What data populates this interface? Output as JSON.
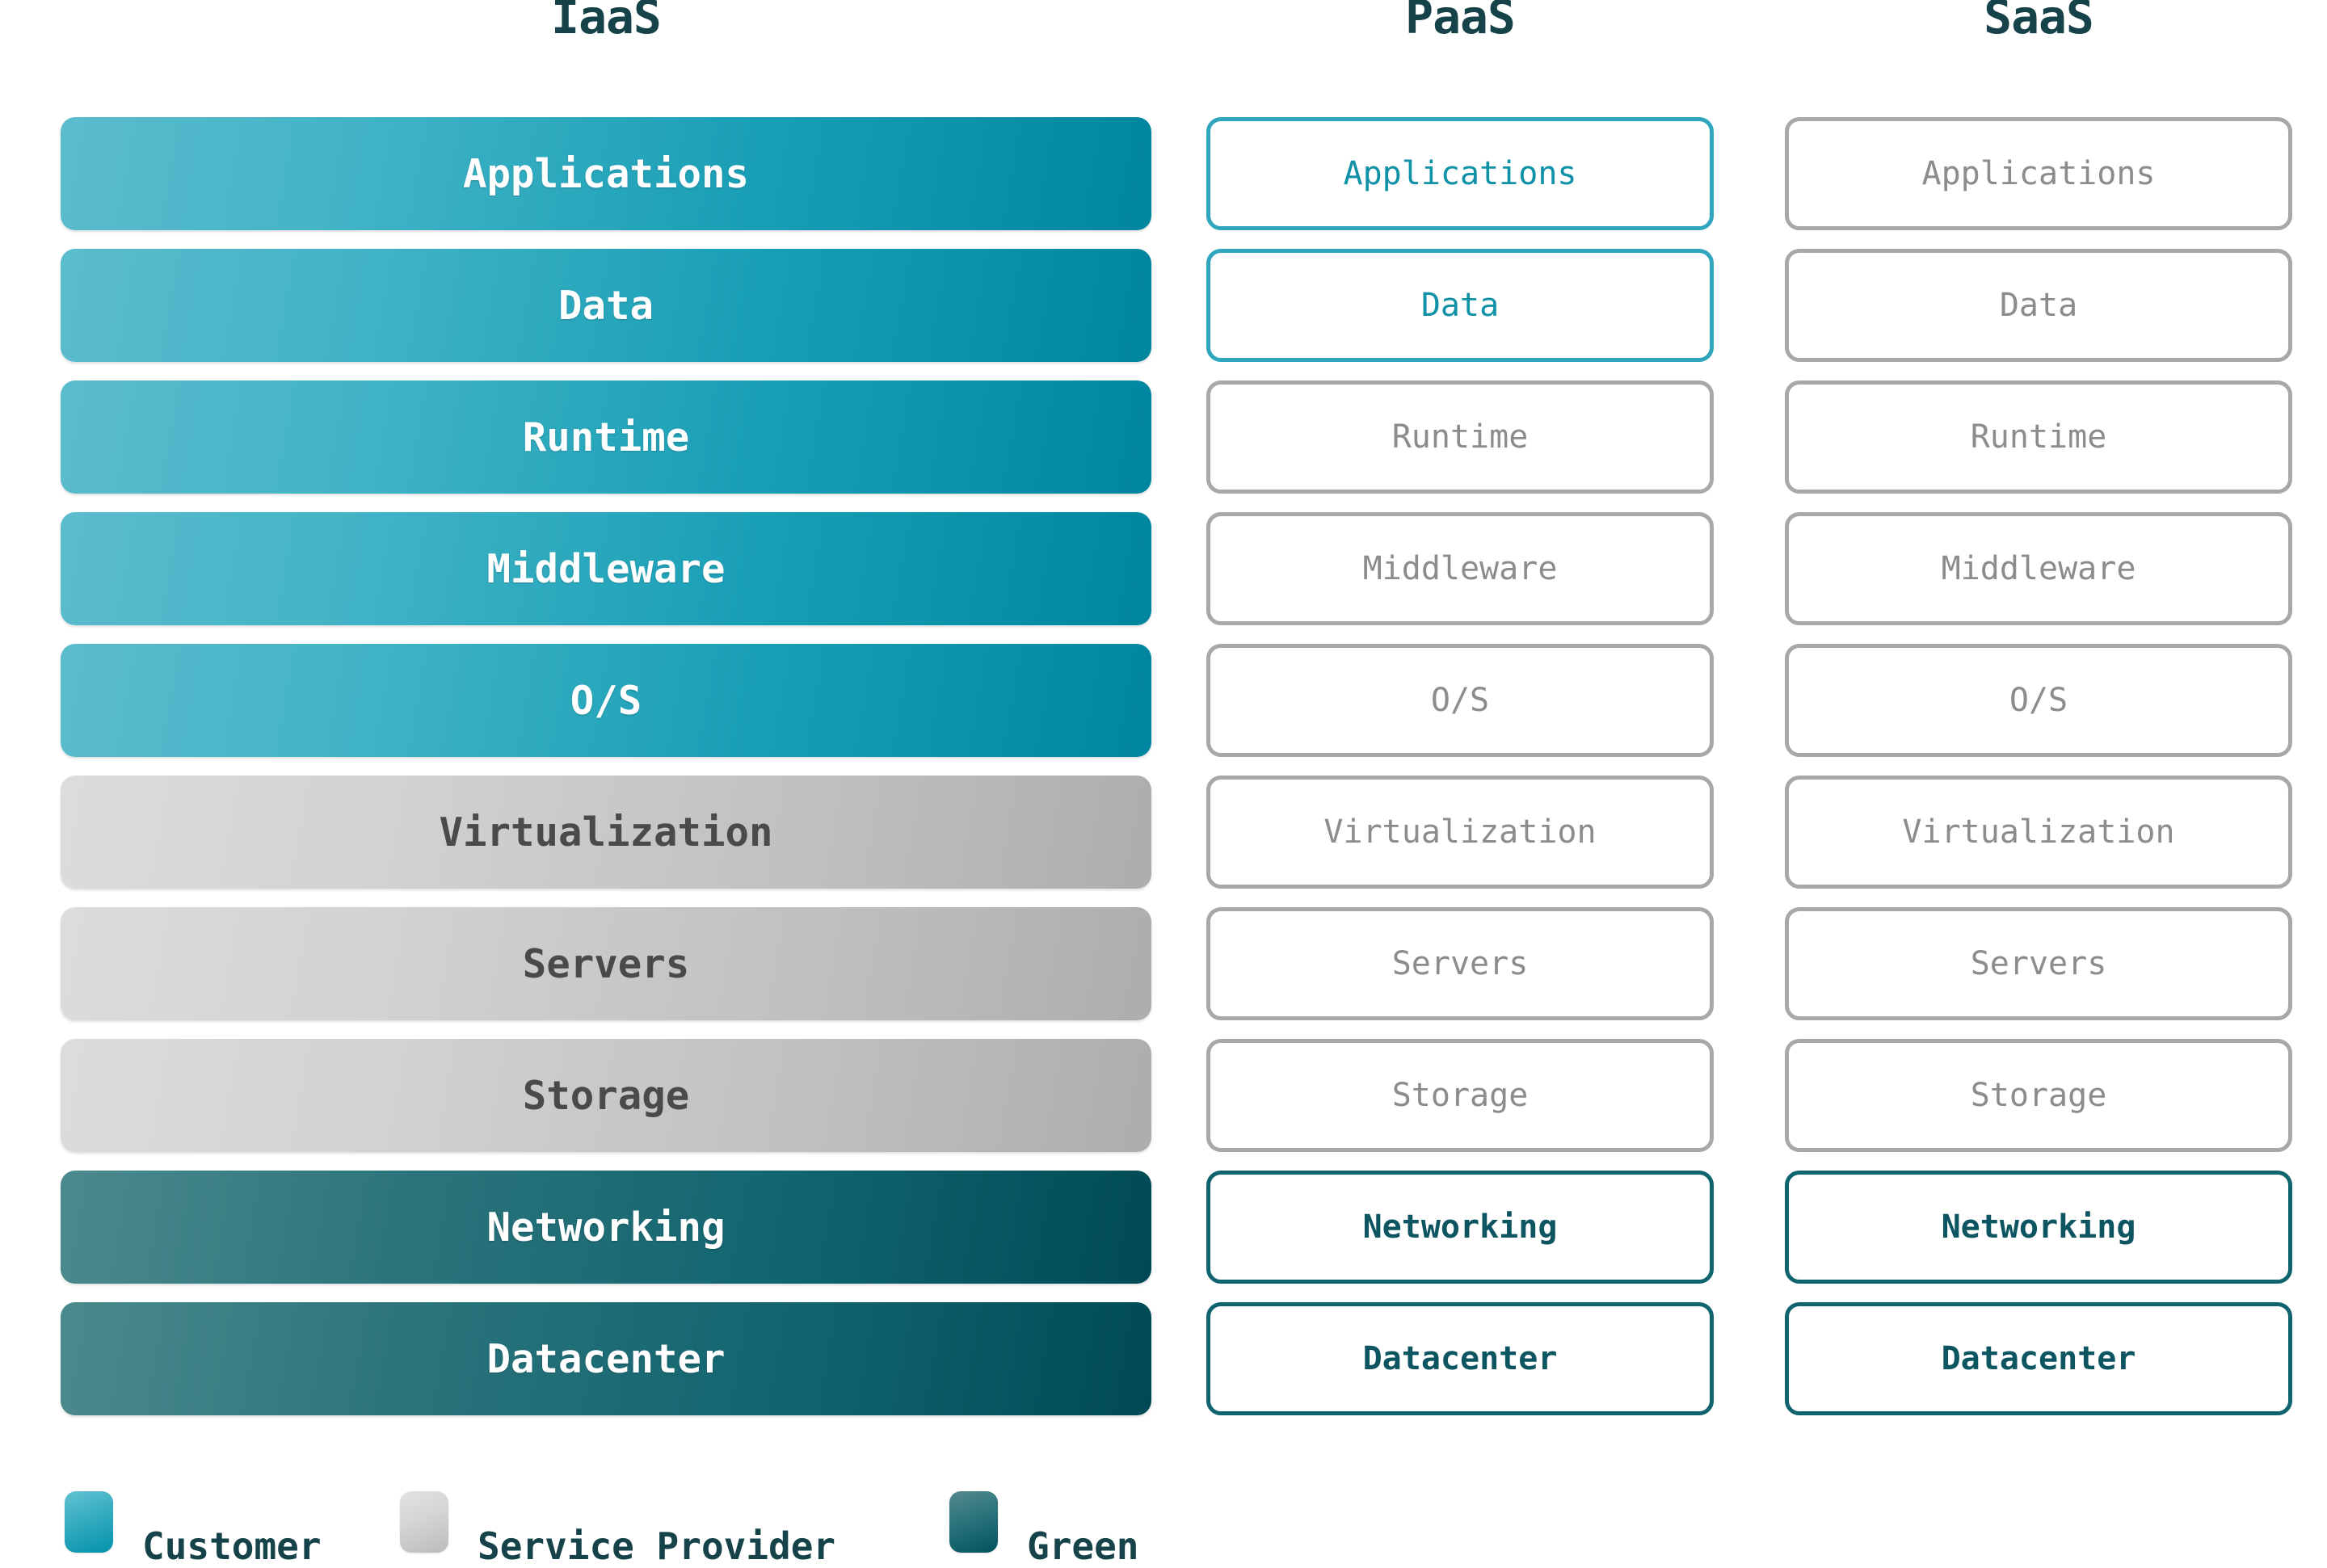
{
  "columns": [
    {
      "key": "iaas",
      "title": "IaaS"
    },
    {
      "key": "paas",
      "title": "PaaS"
    },
    {
      "key": "saas",
      "title": "SaaS"
    }
  ],
  "layers": [
    "Applications",
    "Data",
    "Runtime",
    "Middleware",
    "O/S",
    "Virtualization",
    "Servers",
    "Storage",
    "Networking",
    "Datacenter"
  ],
  "iaas": {
    "title": "IaaS",
    "cells": [
      {
        "label": "Applications",
        "owner": "customer"
      },
      {
        "label": "Data",
        "owner": "customer"
      },
      {
        "label": "Runtime",
        "owner": "customer"
      },
      {
        "label": "Middleware",
        "owner": "customer"
      },
      {
        "label": "O/S",
        "owner": "customer"
      },
      {
        "label": "Virtualization",
        "owner": "provider"
      },
      {
        "label": "Servers",
        "owner": "provider"
      },
      {
        "label": "Storage",
        "owner": "provider"
      },
      {
        "label": "Networking",
        "owner": "green"
      },
      {
        "label": "Datacenter",
        "owner": "green"
      }
    ]
  },
  "paas": {
    "title": "PaaS",
    "cells": [
      {
        "label": "Applications",
        "owner": "customer"
      },
      {
        "label": "Data",
        "owner": "customer"
      },
      {
        "label": "Runtime",
        "owner": "provider"
      },
      {
        "label": "Middleware",
        "owner": "provider"
      },
      {
        "label": "O/S",
        "owner": "provider"
      },
      {
        "label": "Virtualization",
        "owner": "provider"
      },
      {
        "label": "Servers",
        "owner": "provider"
      },
      {
        "label": "Storage",
        "owner": "provider"
      },
      {
        "label": "Networking",
        "owner": "green"
      },
      {
        "label": "Datacenter",
        "owner": "green"
      }
    ]
  },
  "saas": {
    "title": "SaaS",
    "cells": [
      {
        "label": "Applications",
        "owner": "provider"
      },
      {
        "label": "Data",
        "owner": "provider"
      },
      {
        "label": "Runtime",
        "owner": "provider"
      },
      {
        "label": "Middleware",
        "owner": "provider"
      },
      {
        "label": "O/S",
        "owner": "provider"
      },
      {
        "label": "Virtualization",
        "owner": "provider"
      },
      {
        "label": "Servers",
        "owner": "provider"
      },
      {
        "label": "Storage",
        "owner": "provider"
      },
      {
        "label": "Networking",
        "owner": "green"
      },
      {
        "label": "Datacenter",
        "owner": "green"
      }
    ]
  },
  "legend": {
    "items": [
      {
        "label": "Customer",
        "swatch": "customer",
        "color": "#179eb5"
      },
      {
        "label": "Service Provider",
        "swatch": "provider",
        "color": "#cccccc"
      },
      {
        "label": "Green",
        "swatch": "green",
        "color": "#10646f"
      }
    ]
  },
  "colors": {
    "customer_light": "#5bbccd",
    "customer_dark": "#00859e",
    "provider_light": "#dcdcdc",
    "provider_dark": "#adadad",
    "green_light": "#4b8a8d",
    "green_dark": "#004a55",
    "header_text": "#16434a",
    "outline_gray": "#a8a8a8",
    "outline_teal": "#2fa6bd",
    "outline_green": "#10646f"
  }
}
